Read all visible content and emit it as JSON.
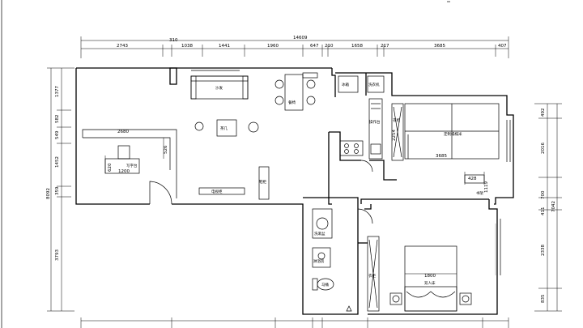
{
  "dimensions": {
    "top_total": "14609",
    "top": [
      "2743",
      "310",
      "1038",
      "1441",
      "1960",
      "647",
      "210",
      "1658",
      "217",
      "3685",
      "407"
    ],
    "left_total": "8092",
    "left": [
      "1377",
      "582",
      "549",
      "1452",
      "359",
      "3793"
    ],
    "right_total": "7042",
    "right": [
      "492",
      "2016",
      "700",
      "411",
      "2338",
      "835"
    ],
    "inner": {
      "living_width": "2680",
      "desk_width": "1200",
      "desk_depth": "620",
      "desk_gap": "526",
      "wardrobe_width": "3685",
      "wardrobe_small": "2254",
      "wardrobe_depth": "428",
      "wardrobe_side": "1119",
      "bed_width": "1800"
    }
  },
  "labels": {
    "sofa": "沙发",
    "coffee_table": "茶几",
    "fridge": "冰箱",
    "washer": "洗衣机",
    "counter": "操作台",
    "dining_chair": "餐椅",
    "desk": "写字台",
    "tv_cabinet": "电视柜",
    "shoe_cabinet": "鞋柜",
    "wardrobe": "衣柜",
    "tatami": "定制榻榻米",
    "bookshelf": "书架",
    "double_bed": "双人床",
    "washbasin": "洗漱盆",
    "shower": "淋浴房",
    "toilet": "马桶",
    "bed_wardrobe": "衣柜"
  }
}
